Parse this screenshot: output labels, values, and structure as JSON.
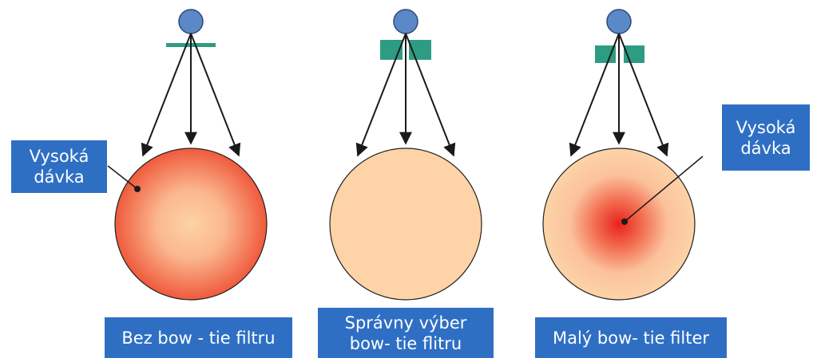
{
  "colors": {
    "source": "#5b88c7",
    "filter": "#2e9c82",
    "label_box": "#2e6fc4",
    "phantom_uniform": "#fdd3a7",
    "dose_high": "#e8452c"
  },
  "panels": [
    {
      "label": "Bez bow - tie filtru",
      "callout": {
        "line1": "Vysoká",
        "line2": "dávka"
      }
    },
    {
      "label_line1": "Správny výber",
      "label_line2": "bow- tie flitru"
    },
    {
      "label": "Malý bow- tie filter",
      "callout": {
        "line1": "Vysoká",
        "line2": "dávka"
      }
    }
  ]
}
